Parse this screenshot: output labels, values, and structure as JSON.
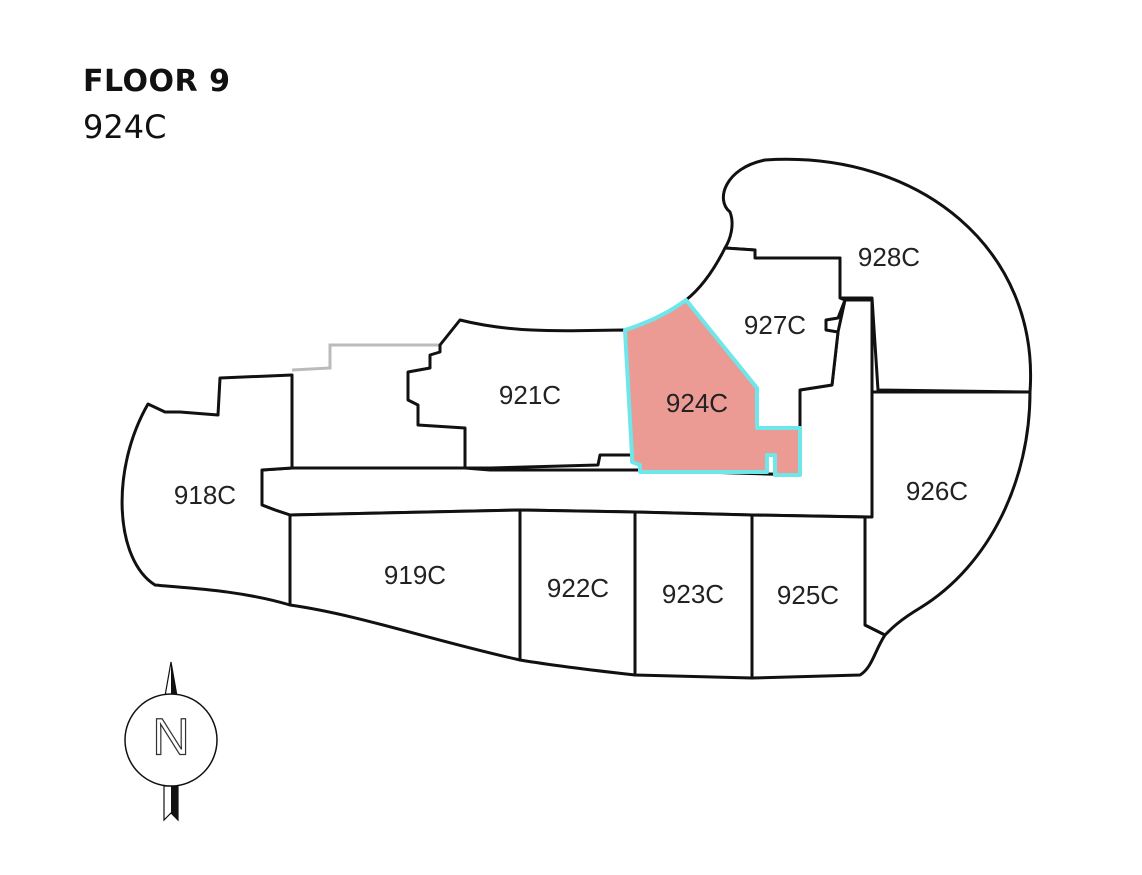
{
  "header": {
    "floor": "FLOOR 9",
    "selected_unit": "924C"
  },
  "colors": {
    "selected_fill": "#ec9a94",
    "selected_outline": "#6ee6ea",
    "wall": "#111111"
  },
  "units": [
    {
      "id": "918C",
      "label": "918C"
    },
    {
      "id": "919C",
      "label": "919C"
    },
    {
      "id": "921C",
      "label": "921C"
    },
    {
      "id": "922C",
      "label": "922C"
    },
    {
      "id": "923C",
      "label": "923C"
    },
    {
      "id": "924C",
      "label": "924C",
      "selected": true
    },
    {
      "id": "925C",
      "label": "925C"
    },
    {
      "id": "926C",
      "label": "926C"
    },
    {
      "id": "927C",
      "label": "927C"
    },
    {
      "id": "928C",
      "label": "928C"
    }
  ],
  "compass": {
    "label": "N",
    "icon": "north-arrow-icon"
  }
}
